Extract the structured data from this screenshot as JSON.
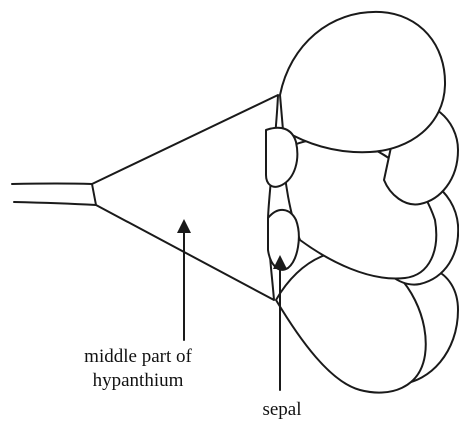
{
  "labels": {
    "hypanthium_line1": "middle part of",
    "hypanthium_line2": "hypanthium",
    "sepal": "sepal"
  },
  "colors": {
    "ink": "#1a1a1a",
    "background": "#ffffff"
  }
}
